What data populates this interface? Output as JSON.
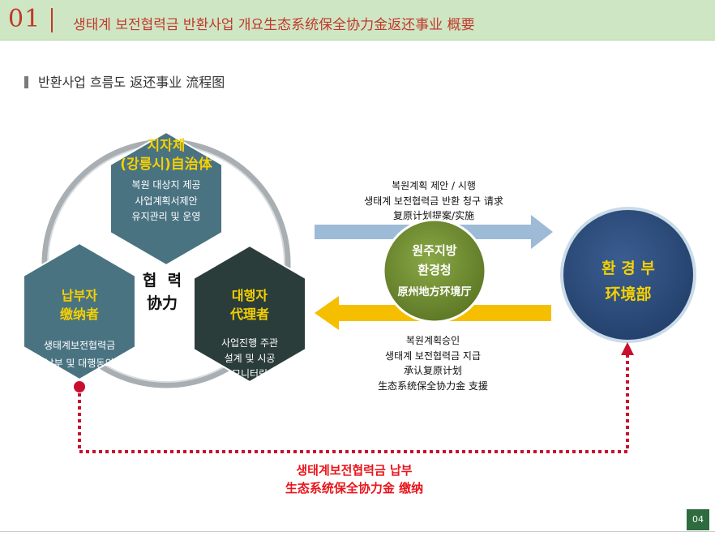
{
  "header": {
    "number": "01",
    "title": "생태계 보전협력금 반환사업 개요生态系统保全协力金返还事业 概要"
  },
  "subheading": "반환사업 흐름도 返还事业 流程图",
  "center": {
    "line1": "협  력",
    "line2": "协力"
  },
  "local_gov": {
    "title1": "지자체",
    "title2": "(강릉시)自治体",
    "duties": [
      "복원 대상지 제공",
      "사업계획서제안",
      "유지관리 및 운영"
    ]
  },
  "payer": {
    "title1": "납부자",
    "title2": "缴纳者",
    "duties": [
      "생태계보전협력금",
      "납부 및 대행동의"
    ]
  },
  "agent": {
    "title1": "대행자",
    "title2": "代理者",
    "duties": [
      "사업진행 주관",
      "설계 및 시공",
      "모니터링"
    ]
  },
  "regional_office": {
    "line1": "원주지방",
    "line2": "환경청",
    "line3": "原州地方环境厅"
  },
  "ministry": {
    "line1": "환 경 부",
    "line2": "环境部"
  },
  "top_arrow_text": [
    "복원계획 제안 / 시행",
    "생태계 보전협력금 반환 청구 请求",
    "复原计划提案/实施"
  ],
  "bottom_arrow_text": [
    "복원계획승인",
    "생태계 보전협력금 지급",
    "承认复原计划",
    "生态系统保全协力金 支援"
  ],
  "payment": {
    "line1": "생태계보전협력금 납부",
    "line2": "生态系统保全协力金 缴纳"
  },
  "page_number": "04",
  "colors": {
    "header_bg": "#cfe6c4",
    "accent_red": "#c0392b",
    "hex_light": "#4a7382",
    "hex_dark": "#2b3d3a",
    "circle_green": "#6e8a2f",
    "circle_blue": "#2a4a7a",
    "arrow_blue": "#9dbad6",
    "arrow_yellow": "#f5bf00",
    "dotted_red": "#c8102e"
  }
}
